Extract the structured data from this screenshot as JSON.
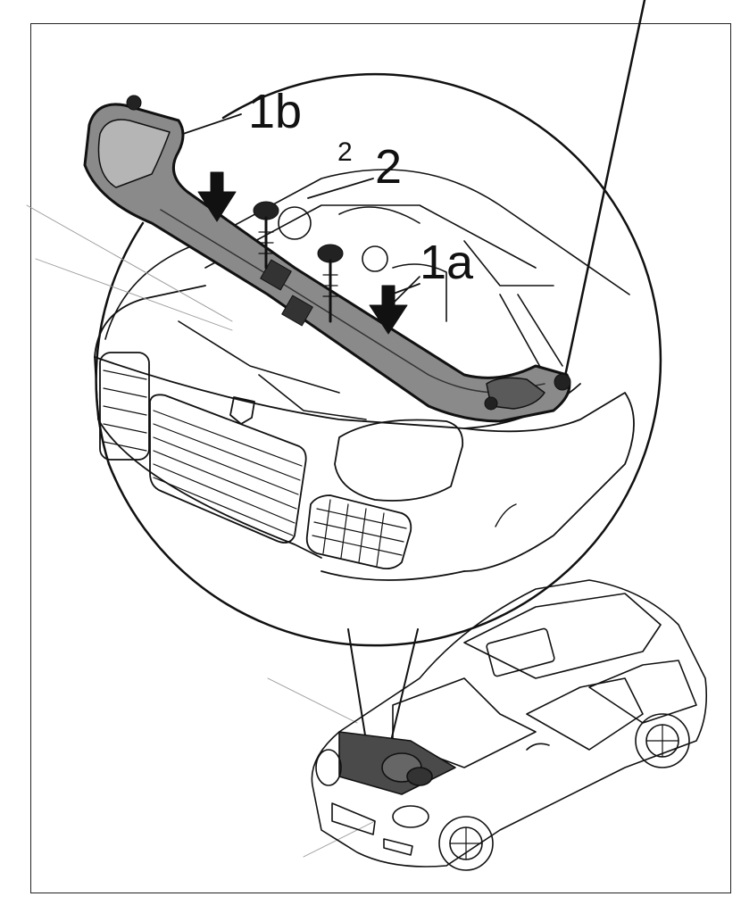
{
  "figure": {
    "labels": {
      "part_1a": "1a",
      "part_1b": "1b",
      "part_2": "2",
      "part_2_small": "2"
    }
  }
}
